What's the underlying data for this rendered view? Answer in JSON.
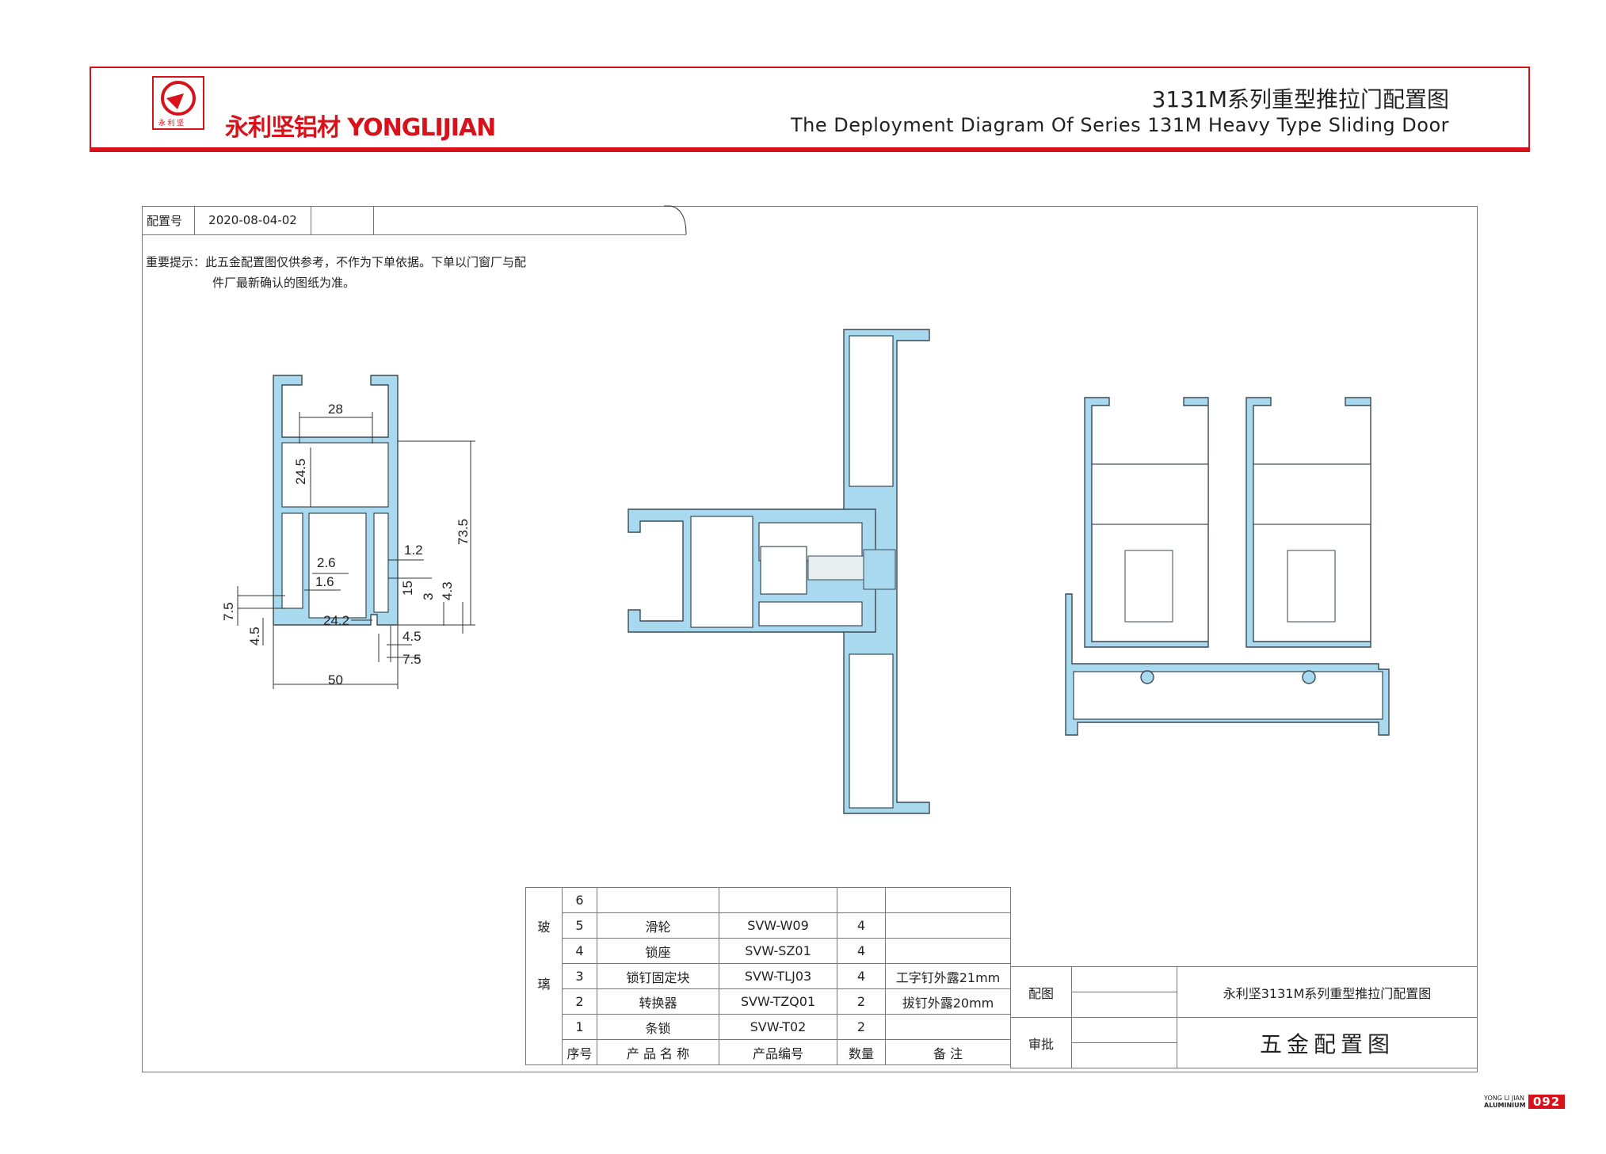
{
  "header": {
    "brand": "永利坚铝材 YONGLIJIAN",
    "logo_text": "永 利 坚",
    "title_cn": "3131M系列重型推拉门配置图",
    "title_en": "The Deployment Diagram Of Series 131M Heavy Type Sliding Door"
  },
  "config": {
    "label": "配置号",
    "value": "2020-08-04-02"
  },
  "notice": {
    "line1": "重要提示：此五金配置图仅供参考，不作为下单依据。下单以门窗厂与配",
    "line2": "件厂最新确认的图纸为准。"
  },
  "dimensions": {
    "d28": "28",
    "d24_5": "24.5",
    "d73_5": "73.5",
    "d2_6": "2.6",
    "d1_2": "1.2",
    "d1_6": "1.6",
    "d15": "15",
    "d3": "3",
    "d4_3": "4.3",
    "d7_5a": "7.5",
    "d4_5a": "4.5",
    "d24_2": "24.2",
    "d4_5b": "4.5",
    "d7_5b": "7.5",
    "d50": "50"
  },
  "parts_table": {
    "group_label_top": "玻",
    "group_label_bottom": "璃",
    "rows": [
      {
        "no": "6",
        "name": "",
        "code": "",
        "qty": "",
        "note": ""
      },
      {
        "no": "5",
        "name": "滑轮",
        "code": "SVW-W09",
        "qty": "4",
        "note": ""
      },
      {
        "no": "4",
        "name": "锁座",
        "code": "SVW-SZ01",
        "qty": "4",
        "note": ""
      },
      {
        "no": "3",
        "name": "锁钉固定块",
        "code": "SVW-TLJ03",
        "qty": "4",
        "note": "工字钉外露21mm"
      },
      {
        "no": "2",
        "name": "转换器",
        "code": "SVW-TZQ01",
        "qty": "2",
        "note": "拔钉外露20mm"
      },
      {
        "no": "1",
        "name": "条锁",
        "code": "SVW-T02",
        "qty": "2",
        "note": ""
      }
    ],
    "headers": {
      "no": "序号",
      "name": "产 品 名 称",
      "code": "产品编号",
      "qty": "数量",
      "note": "备 注"
    }
  },
  "title_block": {
    "match_label": "配图",
    "approve_label": "审批",
    "drawing_name": "永利坚3131M系列重型推拉门配置图",
    "drawing_type": "五金配置图"
  },
  "footer": {
    "line1": "YONG LI JIAN",
    "line2": "ALUMINIUM",
    "page": "092"
  },
  "colors": {
    "accent": "#d7121a",
    "profile": "#a9d9ee"
  }
}
